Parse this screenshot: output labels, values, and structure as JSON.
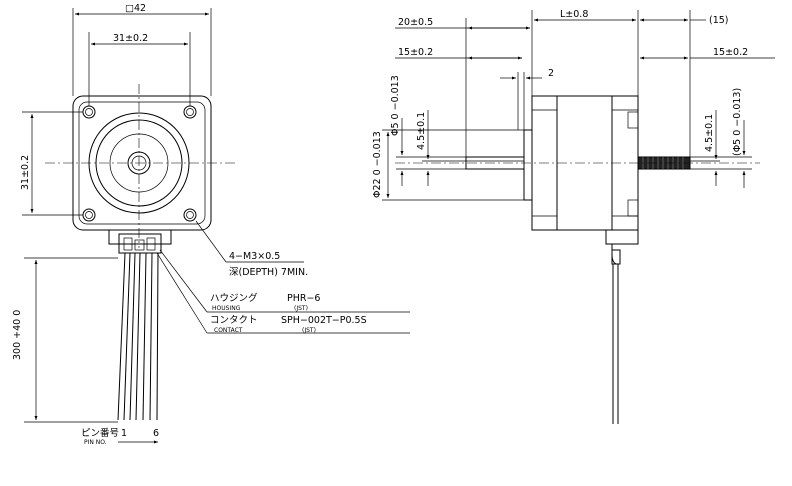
{
  "front_view": {
    "dim_square": "□42",
    "dim_hole_pitch_h": "31±0.2",
    "dim_hole_pitch_v": "31±0.2",
    "dim_lead_length": "300 +40 0",
    "screw_callout_1": "4−M3×0.5",
    "screw_callout_2": "深(DEPTH) 7MIN.",
    "housing_jp": "ハウジング",
    "housing_en": "HOUSING",
    "housing_part": "PHR−6",
    "housing_maker": "(JST)",
    "contact_jp": "コンタクト",
    "contact_en": "CONTACT",
    "contact_part": "SPH−002T−P0.5S",
    "contact_maker": "(JST)",
    "pin_label_jp": "ピン番号",
    "pin_label_en": "PIN NO.",
    "pin_first": "1",
    "pin_last": "6"
  },
  "side_view": {
    "dim_shaft_front": "20±0.5",
    "dim_body_length": "L±0.8",
    "dim_rear_shaft": "(15)",
    "dim_front_small": "15±0.2",
    "dim_rear_small": "15±0.2",
    "dim_flange": "2",
    "dim_boss_dia": "Φ22 0 −0.013",
    "dim_shaft_dia": "Φ5 0 −0.013",
    "dim_flat_front": "4.5±0.1",
    "dim_flat_rear": "4.5±0.1",
    "dim_rear_shaft_dia": "(Φ5 0 −0.013)"
  }
}
